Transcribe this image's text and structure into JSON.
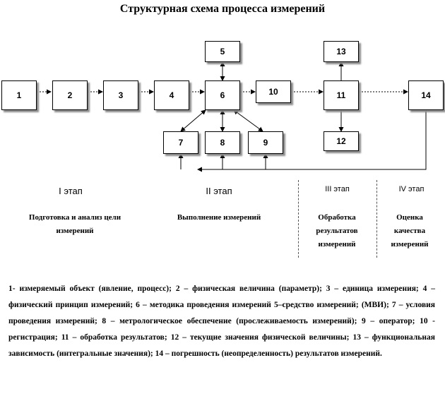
{
  "title": "Структурная схема процесса измерений",
  "boxes": {
    "b1": "1",
    "b2": "2",
    "b3": "3",
    "b4": "4",
    "b5": "5",
    "b6": "6",
    "b7": "7",
    "b8": "8",
    "b9": "9",
    "b10": "10",
    "b11": "11",
    "b12": "12",
    "b13": "13",
    "b14": "14"
  },
  "stages": [
    {
      "name": "I этап",
      "desc": "Подготовка и анализ цели измерений"
    },
    {
      "name": "II этап",
      "desc": "Выполнение   измерений"
    },
    {
      "name": "III этап",
      "desc": "Обработка результатов измерений"
    },
    {
      "name": "IV этап",
      "desc": "Оценка качества измерений"
    }
  ],
  "legend": "1- измеряемый объект (явление, процесс); 2 – физическая величина (параметр); 3 – единица измерения; 4 – физический принцип измерений; 6 – методика проведения измерений 5–средство измерений; (МВИ); 7 – условия проведения измерений; 8 – метрологическое обеспечение (прослеживаемость измерений); 9 – оператор; 10 - регистрация; 11 – обработка результатов; 12 – текущие значения физической величины; 13 – функциональная зависимость (интегральные значения); 14 – погрешность (неопределенность) результатов измерений."
}
